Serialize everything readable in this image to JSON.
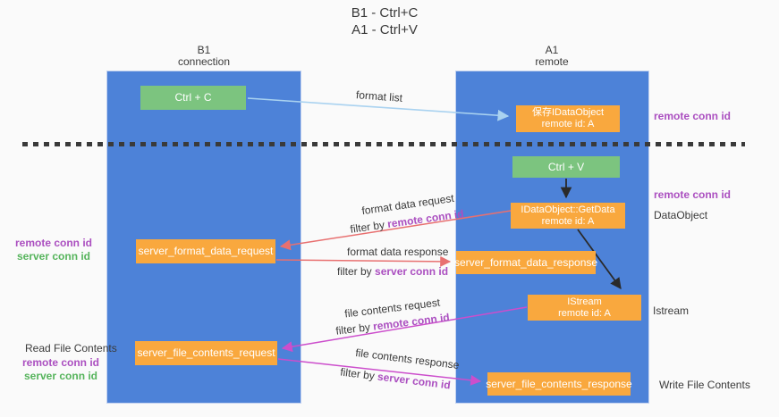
{
  "colors": {
    "lifeline_blue": "#4d82d8",
    "box_orange": "#f9a83e",
    "box_green": "#7cc47f",
    "purple_text": "#ab4fc0",
    "green_text": "#56b45c",
    "red_arrow": "#e87070",
    "magenta_arrow": "#cc4ecc",
    "lightblue_arrow": "#a9d2f0",
    "black_arrow": "#2a2a2a",
    "background": "#fafafa"
  },
  "title": {
    "line1": "B1 - Ctrl+C",
    "line2": "A1 - Ctrl+V"
  },
  "columns": {
    "left": {
      "name": "B1",
      "role": "connection"
    },
    "right": {
      "name": "A1",
      "role": "remote"
    }
  },
  "nodes": {
    "ctrl_c": "Ctrl + C",
    "ctrl_v": "Ctrl + V",
    "store_obj_line1": "保存IDataObject",
    "store_obj_line2": "remote id: A",
    "getdata_line1": "IDataObject::GetData",
    "getdata_line2": "remote id: A",
    "istream_line1": "IStream",
    "istream_line2": "remote id: A",
    "format_request": "server_format_data_request",
    "format_response": "server_format_data_response",
    "file_request": "server_file_contents_request",
    "file_response": "server_file_contents_response"
  },
  "labels": {
    "format_list": "format list",
    "remote_conn_id": "remote conn id",
    "server_conn_id": "server conn id",
    "filter_by": "filter by ",
    "dataobject": "DataObject",
    "istream": "Istream",
    "read_file_contents": "Read File Contents",
    "write_file_contents": "Write File Contents",
    "format_data_request": "format data request",
    "format_data_response": "format data response",
    "file_contents_request": "file contents request",
    "file_contents_response": "file contents response"
  }
}
